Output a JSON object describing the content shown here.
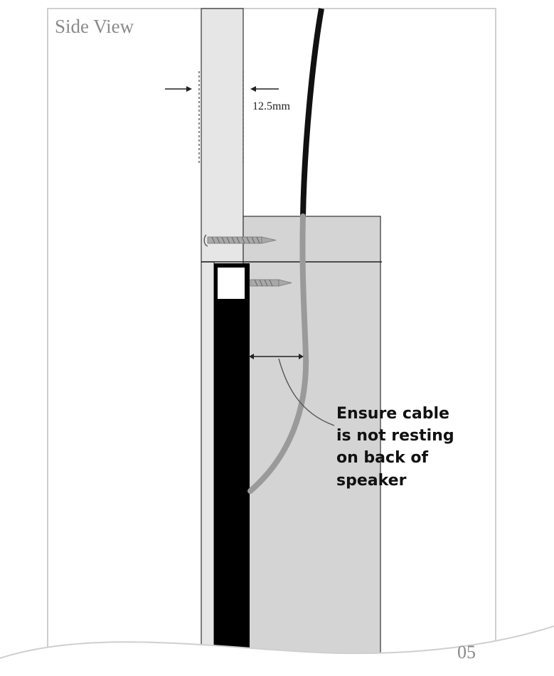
{
  "title": "Side View",
  "dimension": "12.5mm",
  "callout": [
    "Ensure cable",
    "is not resting",
    "on back of",
    "speaker"
  ],
  "page_number": "05",
  "colors": {
    "frame": "#cfcfcf",
    "stud": "#e6e6e6",
    "speaker_box": "#d4d4d4",
    "panel_black": "#000000",
    "cable_in_wall": "#9a9a9a",
    "title_grey": "#8a8a8a"
  }
}
